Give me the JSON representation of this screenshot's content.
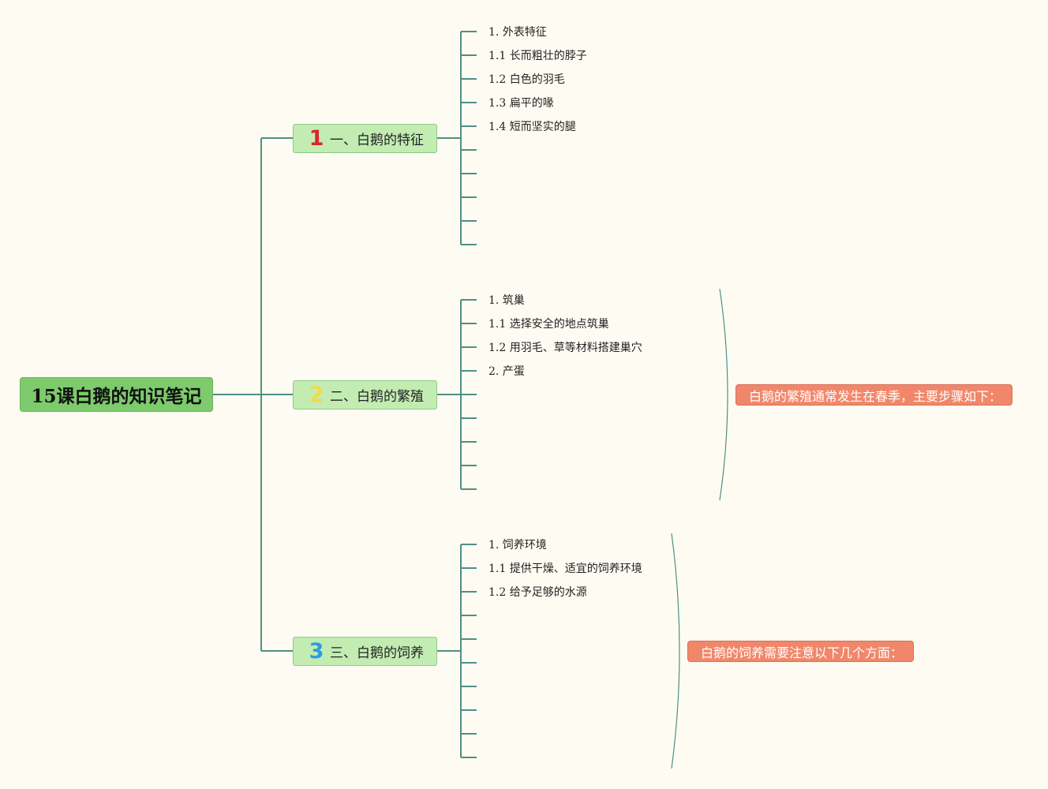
{
  "root": {
    "title": "15课白鹅的知识笔记"
  },
  "branches": [
    {
      "number": "1",
      "title": "一、白鹅的特征",
      "items": [
        "1. 外表特征",
        "1.1 长而粗壮的脖子",
        "1.2 白色的羽毛",
        "1.3 扁平的喙",
        "1.4 短而坚实的腿"
      ]
    },
    {
      "number": "2",
      "title": "二、白鹅的繁殖",
      "items": [
        "1. 筑巢",
        "1.1 选择安全的地点筑巢",
        "1.2 用羽毛、草等材料搭建巢穴",
        "2. 产蛋"
      ],
      "summary": "白鹅的繁殖通常发生在春季，主要步骤如下："
    },
    {
      "number": "3",
      "title": "三、白鹅的饲养",
      "items": [
        "1. 饲养环境",
        "1.1 提供干燥、适宜的饲养环境",
        "1.2 给予足够的水源"
      ],
      "summary": "白鹅的饲养需要注意以下几个方面："
    }
  ],
  "colors": {
    "background": "#fefcf2",
    "connector": "#4e8f86",
    "root_fill": "#7dcb6c",
    "branch_fill": "#c3ecb3",
    "summary_fill": "#f1876a"
  }
}
